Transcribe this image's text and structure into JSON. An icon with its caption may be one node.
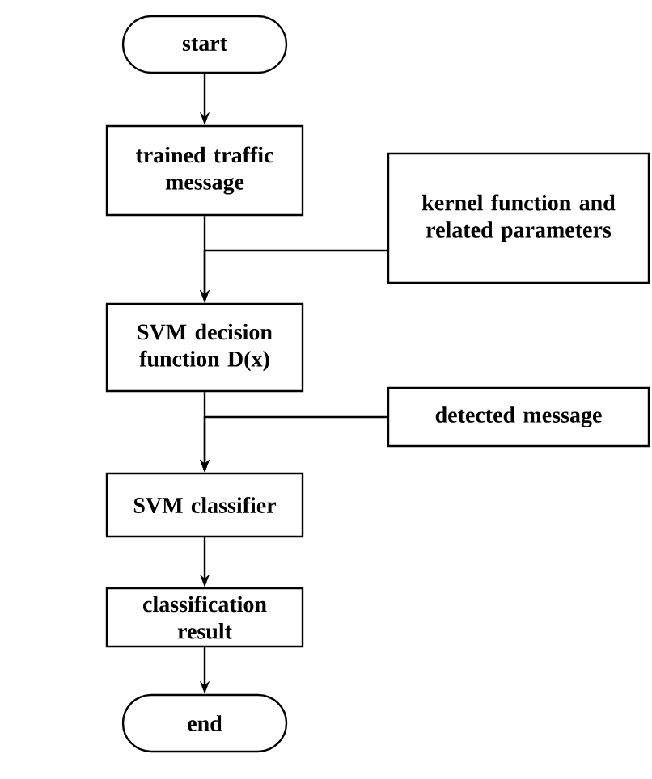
{
  "diagram": {
    "nodes": [
      {
        "text": [
          "start"
        ]
      },
      {
        "text": [
          "trained traffic message"
        ]
      },
      {
        "text": [
          "kernel function and related parameters"
        ]
      },
      {
        "text": [
          "SVM decision function D(x)"
        ]
      },
      {
        "text": [
          "detected message"
        ]
      },
      {
        "text": [
          "SVM classifier"
        ]
      },
      {
        "text": [
          "classification result"
        ]
      },
      {
        "text": [
          "end"
        ]
      }
    ],
    "edges": [
      {
        "from": 0,
        "to": 1,
        "arrow": "to"
      },
      {
        "from": 1,
        "to": 3,
        "arrow": "to"
      },
      {
        "from": 2,
        "to": 3,
        "arrow": "to"
      },
      {
        "from": 3,
        "to": 5,
        "arrow": "to"
      },
      {
        "from": 4,
        "to": 5,
        "arrow": "to"
      },
      {
        "from": 5,
        "to": 6,
        "arrow": "to"
      },
      {
        "from": 6,
        "to": 7,
        "arrow": "to"
      }
    ]
  }
}
